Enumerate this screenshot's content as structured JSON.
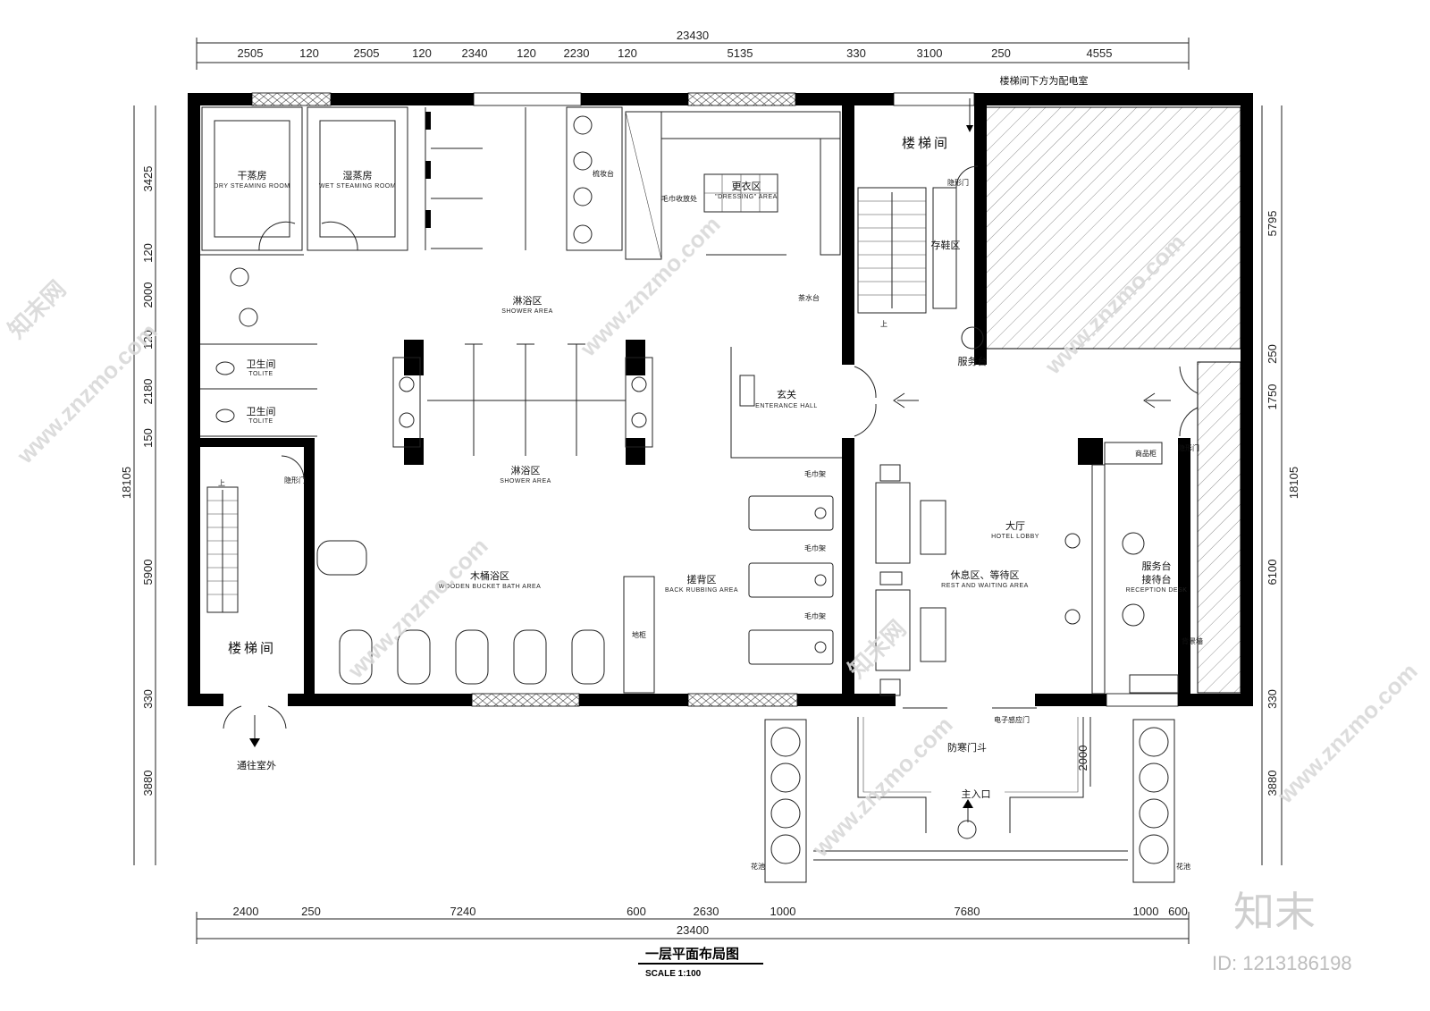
{
  "drawing": {
    "title": "一层平面布局图",
    "scale": "SCALE 1:100"
  },
  "dimensions": {
    "top_total": "23430",
    "top": [
      "2505",
      "120",
      "2505",
      "120",
      "2340",
      "120",
      "2230",
      "120",
      "5135",
      "330",
      "3100",
      "250",
      "4555"
    ],
    "bottom_total": "23400",
    "bottom": [
      "2400",
      "250",
      "7240",
      "600",
      "2630",
      "1000",
      "7680",
      "1000",
      "600"
    ],
    "left_total": "18105",
    "left": [
      "3425",
      "120",
      "2000",
      "120",
      "2180",
      "150",
      "5900",
      "330",
      "3880"
    ],
    "right_total": "18105",
    "right": [
      "5795",
      "250",
      "1750",
      "6100",
      "330",
      "3880"
    ]
  },
  "rooms": {
    "dry_steam": {
      "cn": "干蒸房",
      "en": "DRY STEAMING ROOM"
    },
    "wet_steam": {
      "cn": "湿蒸房",
      "en": "WET STEAMING ROOM"
    },
    "dressing": {
      "cn": "更衣区",
      "en": "\"DRESSING\" AREA"
    },
    "shower_top": {
      "cn": "淋浴区",
      "en": "SHOWER AREA"
    },
    "shower_mid": {
      "cn": "淋浴区",
      "en": "SHOWER AREA"
    },
    "toilet1": {
      "cn": "卫生间",
      "en": "TOLITE"
    },
    "toilet2": {
      "cn": "卫生间",
      "en": "TOLITE"
    },
    "stair_left": {
      "cn": "楼梯间"
    },
    "stair_right": {
      "cn": "楼梯间"
    },
    "wooden_bath": {
      "cn": "木桶浴区",
      "en": "WOODEN BUCKET BATH AREA"
    },
    "back_rub": {
      "cn": "搓背区",
      "en": "BACK RUBBING AREA"
    },
    "entrance": {
      "cn": "玄关",
      "en": "ENTERANCE HALL"
    },
    "lobby": {
      "cn": "大厅",
      "en": "HOTEL LOBBY"
    },
    "rest": {
      "cn": "休息区、等待区",
      "en": "REST AND WAITING AREA"
    },
    "reception": {
      "cn1": "服务台",
      "cn2": "接待台",
      "en": "RECEPTION DESK"
    },
    "vestibule": {
      "cn": "防寒门斗"
    }
  },
  "notes": {
    "under_stair": "楼梯间下方为配电室",
    "hidden_door1": "隐形门",
    "hidden_door2": "隐形门",
    "hidden_door3": "隐形门",
    "shoe_storage": "存鞋区",
    "service_desk": "服务台",
    "tea_table": "茶水台",
    "towel_collect": "毛巾收放处",
    "makeup": "梳妆台",
    "towel_rack1": "毛巾架",
    "towel_rack2": "毛巾架",
    "towel_rack3": "毛巾架",
    "floor_cabinet": "地柜",
    "goods_cabinet": "商品柜",
    "back_wall": "背景墙",
    "auto_door": "电子感应门",
    "main_entry": "主入口",
    "to_outdoor": "通往室外",
    "planter_left": "花池",
    "planter_right": "花池",
    "up1": "上",
    "up2": "上"
  },
  "watermark": {
    "site": "www.znzmo.com",
    "cn": "知末网",
    "brand": "知末",
    "id": "ID: 1213186198"
  }
}
